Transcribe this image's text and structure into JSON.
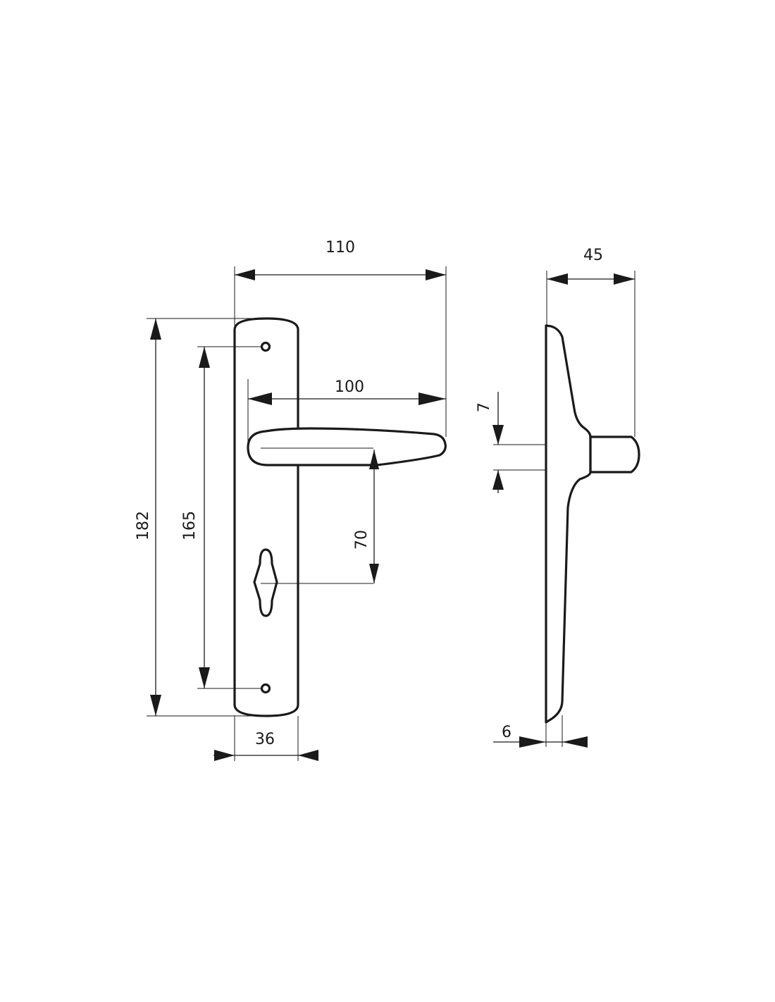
{
  "drawing": {
    "colors": {
      "line": "#1a1a1a",
      "background": "#ffffff"
    },
    "front_view": {
      "dimensions": {
        "overall_length": "110",
        "lever_reach": "100",
        "plate_height": "182",
        "screw_spacing": "165",
        "spindle_to_keyhole": "70",
        "plate_width": "36"
      }
    },
    "side_view": {
      "dimensions": {
        "projection": "45",
        "spindle_square": "7",
        "plate_thickness": "6"
      }
    }
  }
}
